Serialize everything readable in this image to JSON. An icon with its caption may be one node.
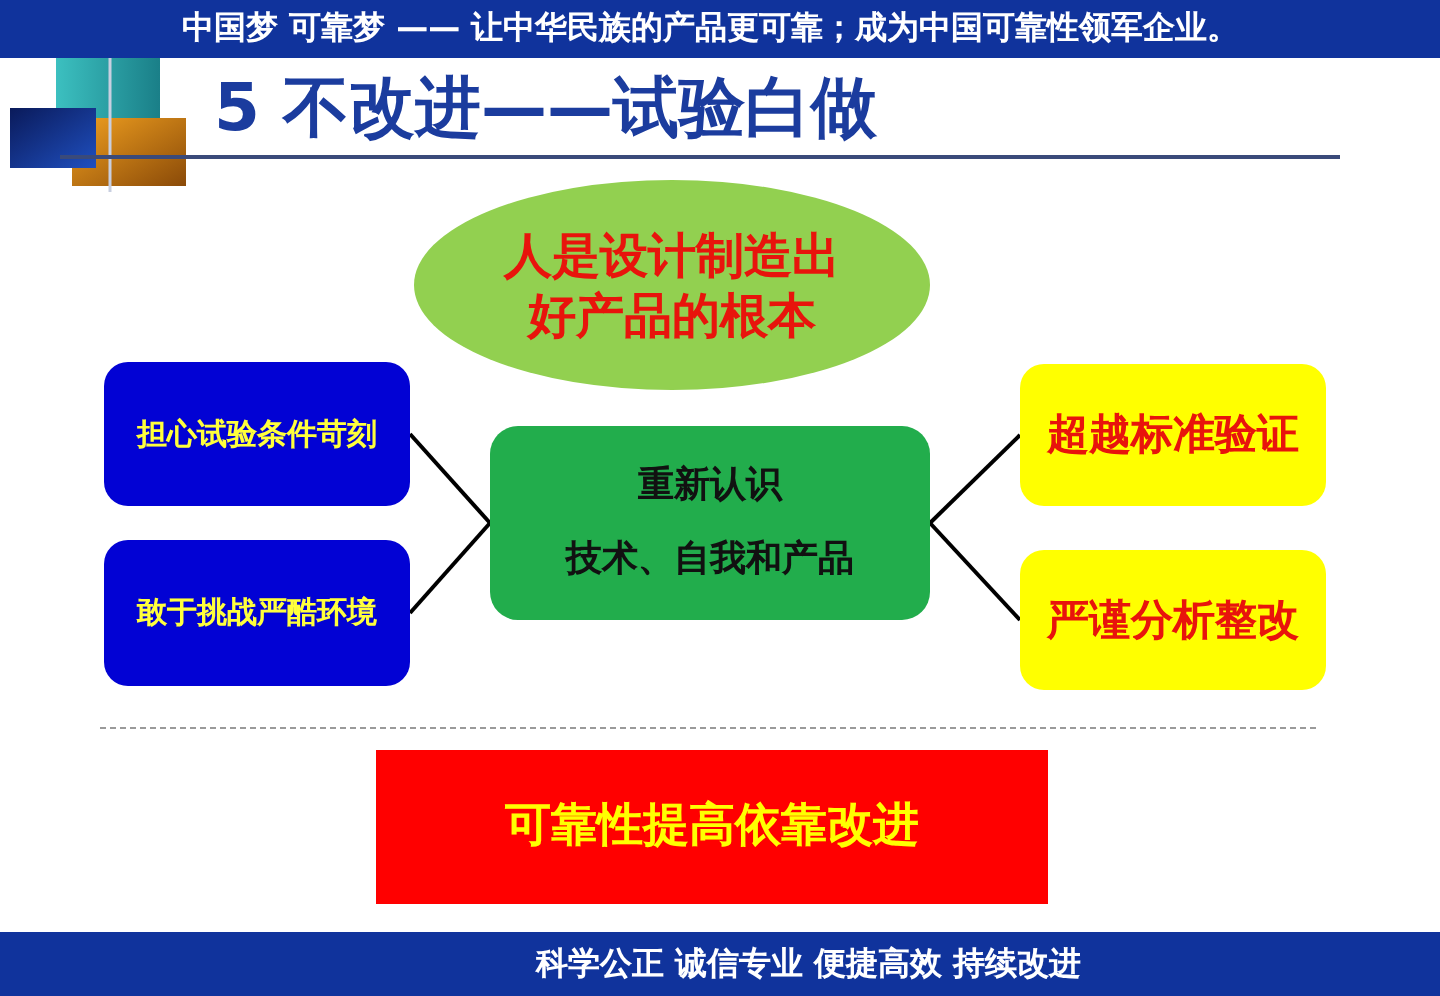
{
  "diagram": {
    "title": "5 不改进——试验白做",
    "nodes": [
      {
        "text": [
          "人是设计制造出好产品的根本"
        ]
      },
      {
        "text": [
          "担心试验条件苛刻"
        ]
      },
      {
        "text": [
          "敢于挑战严酷环境"
        ]
      },
      {
        "text": [
          "重新认识",
          "技术、自我和产品"
        ]
      },
      {
        "text": [
          "超越标准验证"
        ]
      },
      {
        "text": [
          "严谨分析整改"
        ]
      },
      {
        "text": [
          "可靠性提高依靠改进"
        ]
      }
    ],
    "edges": [
      {
        "from": 1,
        "to": 3,
        "arrow": "none"
      },
      {
        "from": 2,
        "to": 3,
        "arrow": "none"
      },
      {
        "from": 3,
        "to": 4,
        "arrow": "none"
      },
      {
        "from": 3,
        "to": 5,
        "arrow": "none"
      }
    ],
    "labels": [
      "中国梦 可靠梦 —— 让中华民族的产品更可靠；成为中国可靠性领军企业。",
      "科学公正 诚信专业 便捷高效 持续改进"
    ]
  }
}
